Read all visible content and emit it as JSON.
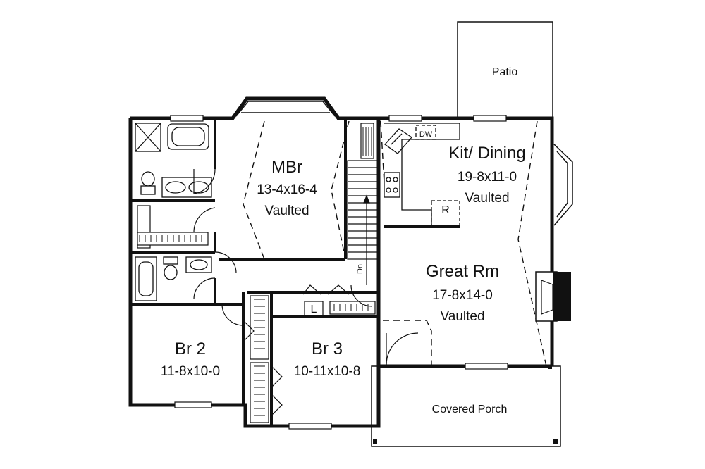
{
  "rooms": {
    "patio": {
      "name": "Patio"
    },
    "mbr": {
      "name": "MBr",
      "size": "13-4x16-4",
      "note": "Vaulted"
    },
    "kitchen": {
      "name": "Kit/ Dining",
      "size": "19-8x11-0",
      "note": "Vaulted"
    },
    "great_room": {
      "name": "Great Rm",
      "size": "17-8x14-0",
      "note": "Vaulted"
    },
    "br2": {
      "name": "Br 2",
      "size": "11-8x10-0"
    },
    "br3": {
      "name": "Br 3",
      "size": "10-11x10-8"
    },
    "porch": {
      "name": "Covered Porch"
    }
  },
  "fixtures": {
    "dishwasher": "DW",
    "range": "R",
    "linen": "L",
    "stairs_down": "Dn"
  }
}
